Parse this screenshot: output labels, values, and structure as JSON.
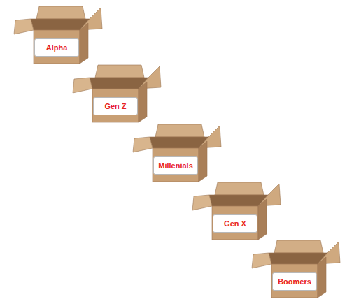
{
  "diagram": {
    "nodes": [
      {
        "text": [
          "Alpha"
        ]
      },
      {
        "text": [
          "Gen Z"
        ]
      },
      {
        "text": [
          "Millenials"
        ]
      },
      {
        "text": [
          "Gen X"
        ]
      },
      {
        "text": [
          "Boomers"
        ]
      }
    ]
  }
}
